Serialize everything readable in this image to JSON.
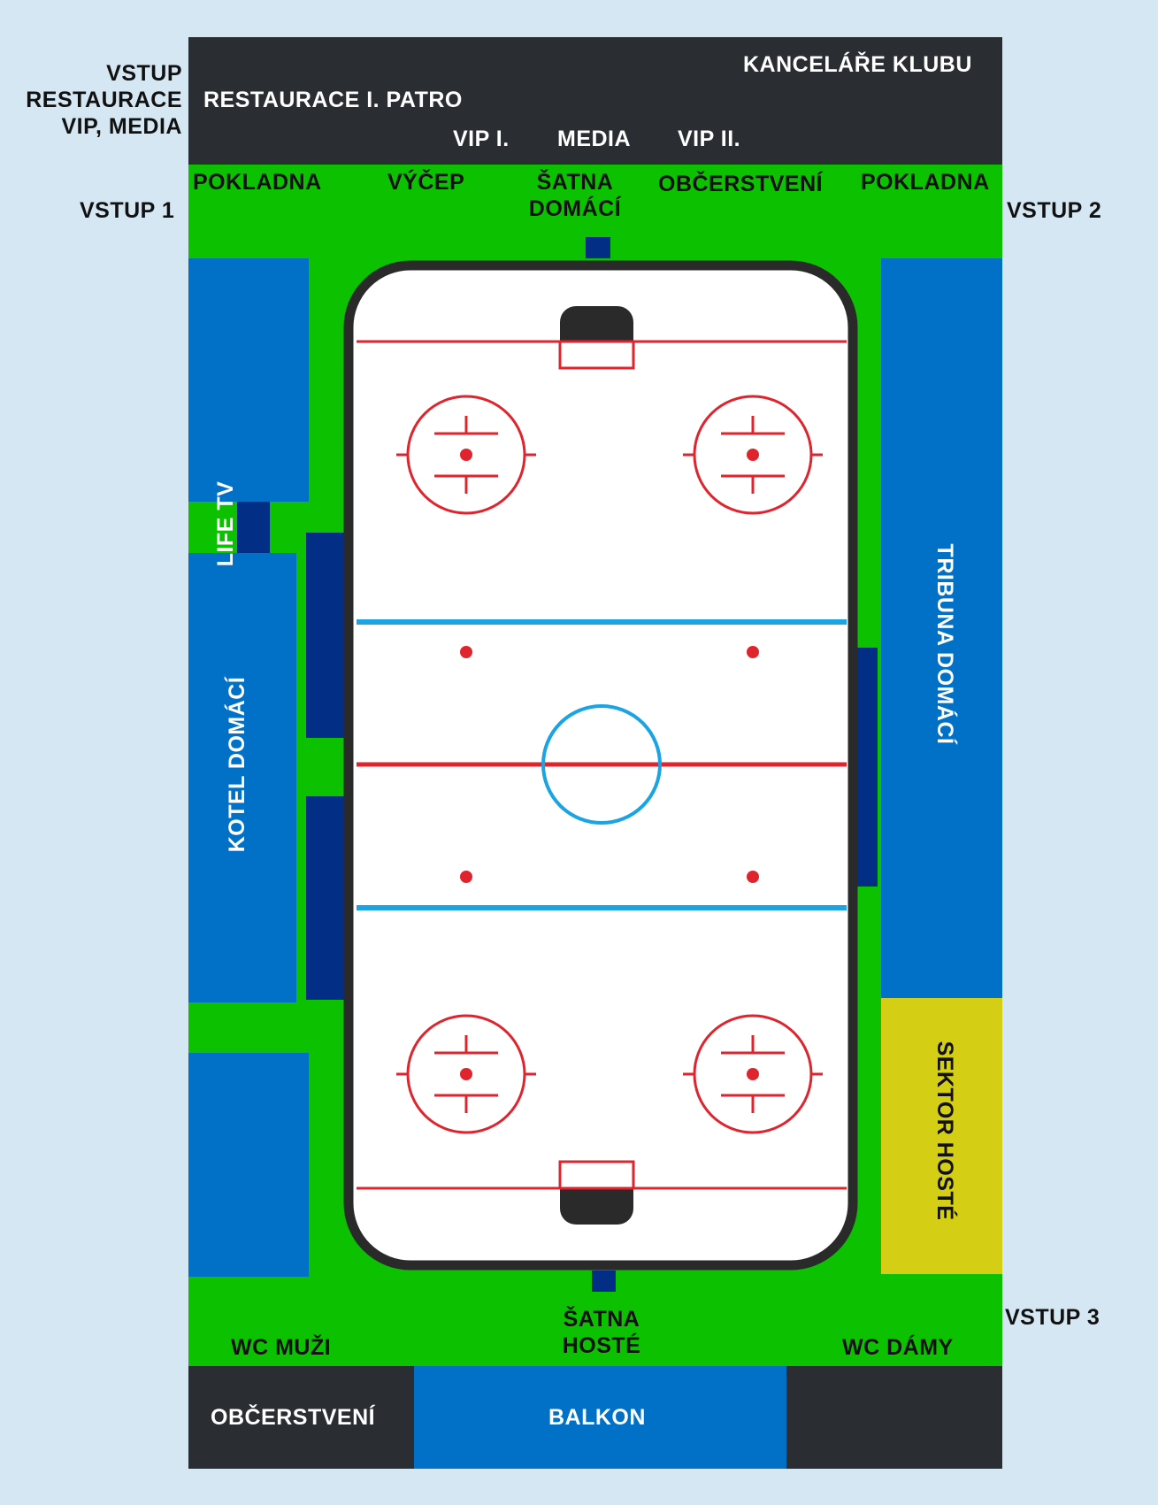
{
  "colors": {
    "background": "#d5e7f3",
    "dark": "#2a2d32",
    "corridor": "#0cc200",
    "seat_blue": "#0071c7",
    "bench_navy": "#022f85",
    "guest_yellow": "#d4cf14",
    "rink_red": "#e0242e",
    "rink_blue": "#1aa4e3",
    "rink_border": "#2a2a2a"
  },
  "labels": {
    "entrance_vip_lines": [
      "VSTUP",
      "RESTAURACE",
      "VIP, MEDIA"
    ],
    "entrance_1": "VSTUP 1",
    "entrance_2": "VSTUP 2",
    "entrance_3": "VSTUP 3",
    "club_offices": "KANCELÁŘE KLUBU",
    "restaurant": "RESTAURACE I. PATRO",
    "vip_1": "VIP I.",
    "media": "MEDIA",
    "vip_2": "VIP II.",
    "ticket_left": "POKLADNA",
    "bar": "VÝČEP",
    "home_locker_lines": [
      "ŠATNA",
      "DOMÁCÍ"
    ],
    "refreshments_top": "OBČERSTVENÍ",
    "ticket_right": "POKLADNA",
    "life_tv": "LIFE TV",
    "home_kotel": "KOTEL DOMÁCÍ",
    "home_stand": "TRIBUNA DOMÁCÍ",
    "guest_sector": "SEKTOR HOSTÉ",
    "wc_men": "WC MUŽI",
    "guest_locker_lines": [
      "ŠATNA",
      "HOSTÉ"
    ],
    "wc_women": "WC DÁMY",
    "refreshments_bottom": "OBČERSTVENÍ",
    "balcony": "BALKON"
  }
}
